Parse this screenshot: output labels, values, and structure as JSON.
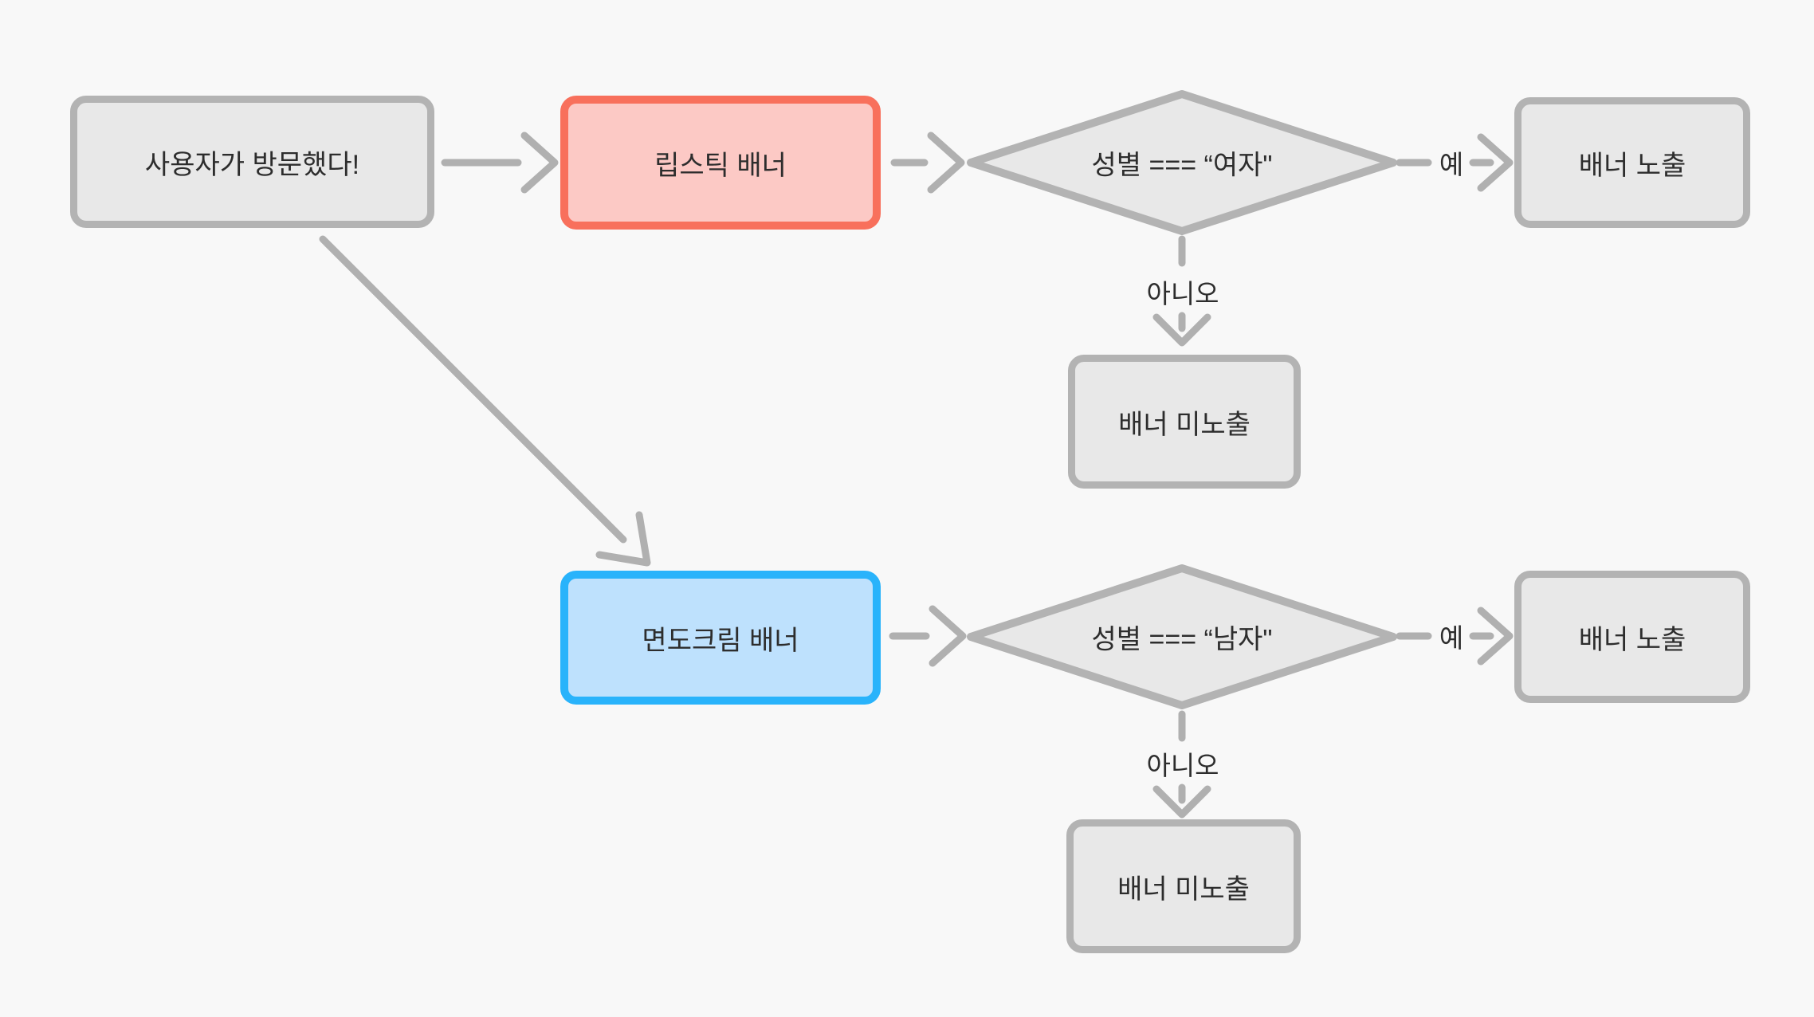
{
  "diagram": {
    "title": "banner-exposure-flowchart",
    "background": "#f8f8f8",
    "nodes": {
      "start": {
        "label": "사용자가 방문했다!",
        "type": "process",
        "accent": "gray"
      },
      "lipstick_banner": {
        "label": "립스틱 배너",
        "type": "process",
        "accent": "red"
      },
      "gender_female_check": {
        "label": "성별 === “여자\"",
        "type": "decision",
        "accent": "gray"
      },
      "banner_shown_top": {
        "label": "배너 노출",
        "type": "process",
        "accent": "gray"
      },
      "banner_hidden_top": {
        "label": "배너 미노출",
        "type": "process",
        "accent": "gray"
      },
      "shaving_cream_banner": {
        "label": "면도크림 배너",
        "type": "process",
        "accent": "blue"
      },
      "gender_male_check": {
        "label": "성별 === “남자\"",
        "type": "decision",
        "accent": "gray"
      },
      "banner_shown_bottom": {
        "label": "배너 노출",
        "type": "process",
        "accent": "gray"
      },
      "banner_hidden_bottom": {
        "label": "배너 미노출",
        "type": "process",
        "accent": "gray"
      }
    },
    "edge_labels": {
      "yes_top": "예",
      "no_top": "아니오",
      "yes_bottom": "예",
      "no_bottom": "아니오"
    },
    "colors": {
      "background": "#f8f8f8",
      "node_fill": "#e8e8e8",
      "node_border": "#b3b3b3",
      "red_fill": "#fcc9c5",
      "red_border": "#f8705c",
      "blue_fill": "#bee1fd",
      "blue_border": "#29b3fb",
      "connector": "#b0b0b0",
      "text": "#2d2d2d"
    }
  }
}
